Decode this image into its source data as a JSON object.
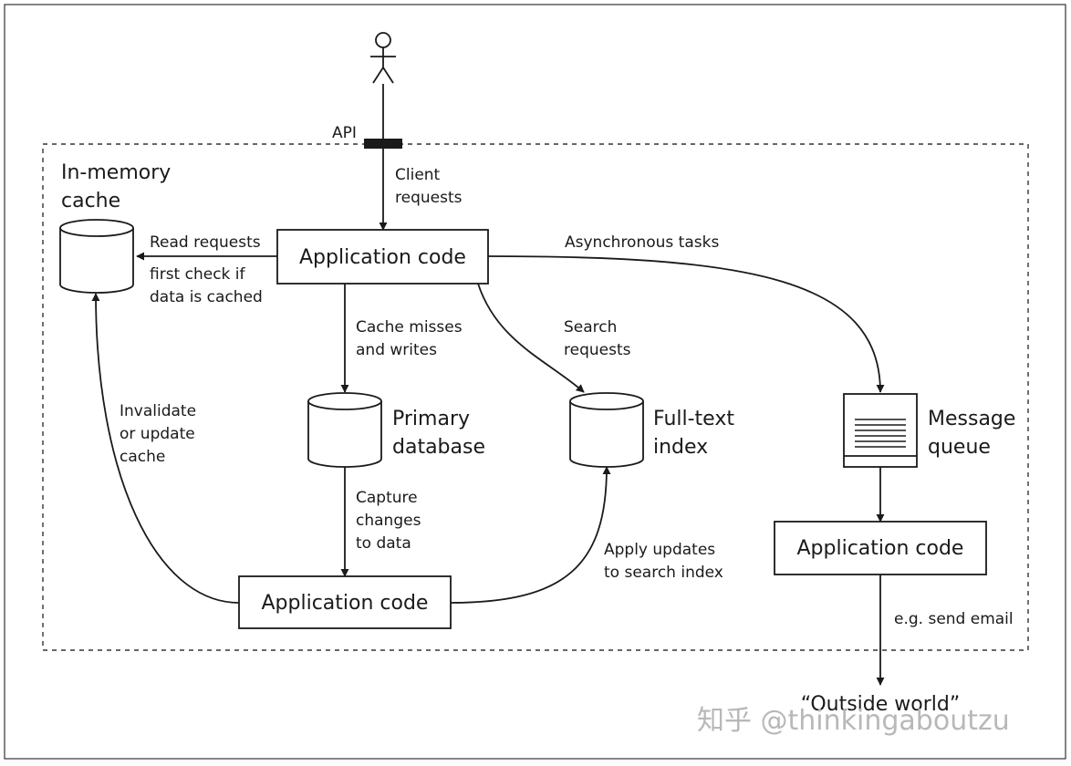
{
  "labels": {
    "api": "API",
    "client_requests": [
      "Client",
      "requests"
    ],
    "in_memory_cache": [
      "In-memory",
      "cache"
    ],
    "read_requests": "Read requests",
    "first_check": [
      "first check if",
      "data is cached"
    ],
    "asynchronous_tasks": "Asynchronous tasks",
    "cache_misses": [
      "Cache misses",
      "and writes"
    ],
    "search_requests": [
      "Search",
      "requests"
    ],
    "invalidate": [
      "Invalidate",
      "or update",
      "cache"
    ],
    "primary_database": [
      "Primary",
      "database"
    ],
    "full_text_index": [
      "Full-text",
      "index"
    ],
    "message_queue": [
      "Message",
      "queue"
    ],
    "capture_changes": [
      "Capture",
      "changes",
      "to data"
    ],
    "apply_updates": [
      "Apply updates",
      "to search index"
    ],
    "send_email": "e.g. send email",
    "outside_world": "“Outside world”"
  },
  "boxes": {
    "app_top": "Application code",
    "app_bottom": "Application code",
    "app_right": "Application code"
  },
  "watermark": "知乎 @thinkingaboutzu",
  "colors": {
    "line": "#1a1a1a",
    "watermark": "#b8b8b8"
  }
}
